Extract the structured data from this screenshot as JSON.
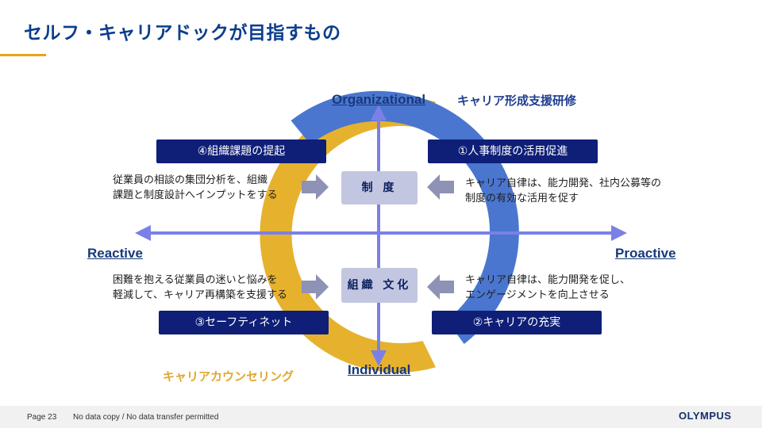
{
  "title": "セルフ・キャリアドックが目指すもの",
  "axes": {
    "top": "Organizational",
    "bottom": "Individual",
    "left": "Reactive",
    "right": "Proactive"
  },
  "programs": {
    "upper": {
      "label": "キャリア形成支援研修",
      "color": "#1f3f8f"
    },
    "lower": {
      "label": "キャリアカウンセリング",
      "color": "#e0a82e"
    }
  },
  "ring_colors": {
    "upper": "#4a76cf",
    "lower": "#e6b22e"
  },
  "boxes": {
    "q1": "①人事制度の活用促進",
    "q2": "②キャリアの充実",
    "q3": "③セーフティネット",
    "q4": "④組織課題の提起"
  },
  "center": {
    "upper": "制 度",
    "lower": "組織 文化"
  },
  "descriptions": {
    "upper_left": [
      "従業員の相談の集団分析を、組織",
      "課題と制度設計へインプットをする"
    ],
    "upper_right": [
      "キャリア自律は、能力開発、社内公募等の",
      "制度の有効な活用を促す"
    ],
    "lower_left": [
      "困難を抱える従業員の迷いと悩みを",
      "軽減して、キャリア再構築を支援する"
    ],
    "lower_right": [
      "キャリア自律は、能力開発を促し、",
      "エンゲージメントを向上させる"
    ]
  },
  "footer": {
    "page": "Page 23",
    "note": "No data copy / No data transfer permitted",
    "logo": "OLYMPUS"
  }
}
